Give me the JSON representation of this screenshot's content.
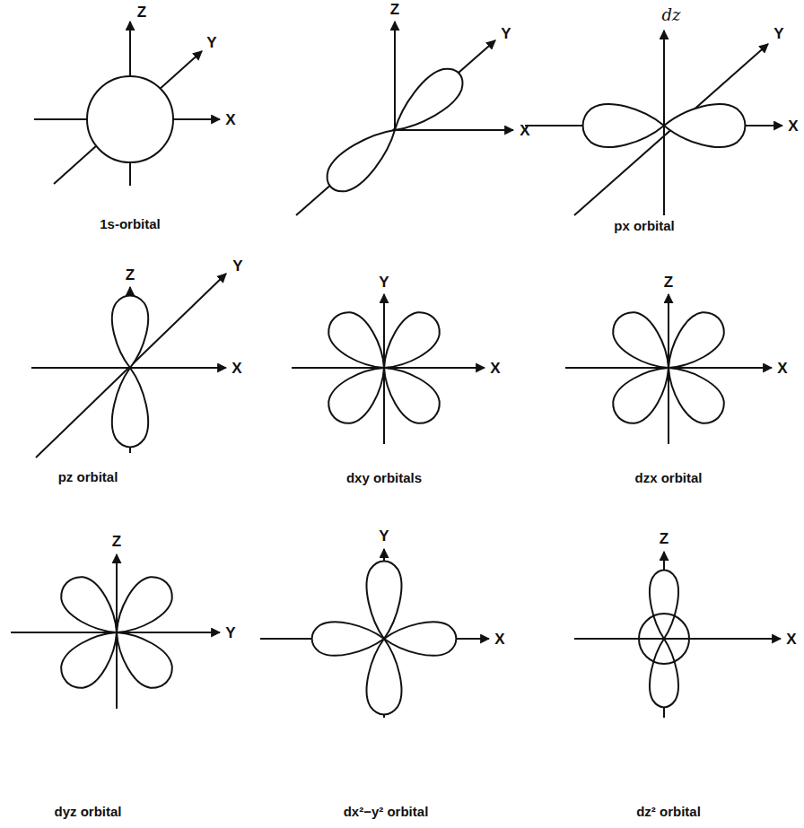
{
  "diagram": {
    "labels": [
      "Z",
      "Y",
      "X",
      "1s-orbital",
      "Z",
      "Y",
      "X",
      "dz",
      "Y",
      "X",
      "px orbital",
      "Z",
      "Y",
      "X",
      "pz orbital",
      "Y",
      "X",
      "dxy orbitals",
      "Z",
      "X",
      "dzx orbital",
      "Z",
      "Y",
      "dyz orbital",
      "Y",
      "X",
      "dx²−y² orbital",
      "Z",
      "X",
      "dz² orbital"
    ]
  }
}
